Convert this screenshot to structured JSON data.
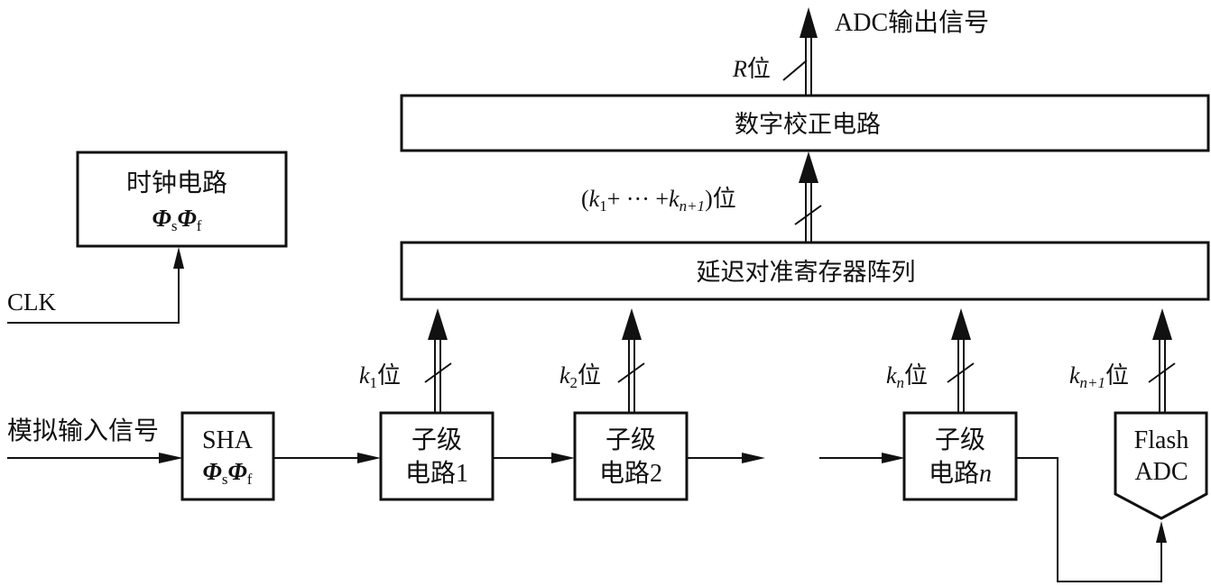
{
  "diagram": {
    "type": "pipelined-ADC-block-diagram",
    "output_label": "ADC输出信号",
    "output_bits": {
      "var": "R",
      "unit": "位"
    },
    "digital_correction": {
      "label": "数字校正电路"
    },
    "sum_bits": {
      "open": "(",
      "k1": "k",
      "k1_sub": "1",
      "mid": "+ ··· +",
      "kn": "k",
      "kn_sub": "n+1",
      "close": ")",
      "unit": "位"
    },
    "delay_register": {
      "label": "延迟对准寄存器阵列"
    },
    "clock": {
      "title": "时钟电路",
      "phi": "Φ",
      "sub_s": "s",
      "sub_f": "f",
      "input": "CLK"
    },
    "analog_input": "模拟输入信号",
    "sha": {
      "title": "SHA",
      "phi": "Φ",
      "sub_s": "s",
      "sub_f": "f"
    },
    "stages": [
      {
        "line1": "子级",
        "line2": "电路",
        "index": "1",
        "bits_var": "k",
        "bits_sub": "1",
        "bits_unit": "位"
      },
      {
        "line1": "子级",
        "line2": "电路",
        "index": "2",
        "bits_var": "k",
        "bits_sub": "2",
        "bits_unit": "位"
      },
      {
        "line1": "子级",
        "line2": "电路",
        "index": "n",
        "bits_var": "k",
        "bits_sub": "n",
        "bits_unit": "位"
      }
    ],
    "flash": {
      "line1": "Flash",
      "line2": "ADC",
      "bits_var": "k",
      "bits_sub": "n+1",
      "bits_unit": "位"
    }
  }
}
